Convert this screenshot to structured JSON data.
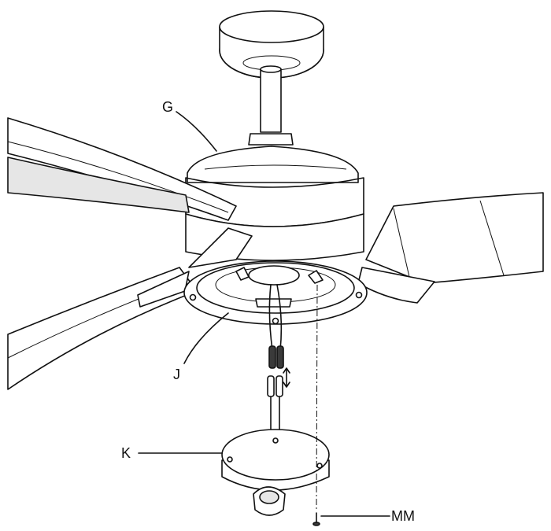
{
  "labels": {
    "g": "G",
    "j": "J",
    "k": "K",
    "mm": "MM"
  },
  "colors": {
    "line": "#111111",
    "background": "#ffffff",
    "housing_band": "#3a3a3a"
  }
}
